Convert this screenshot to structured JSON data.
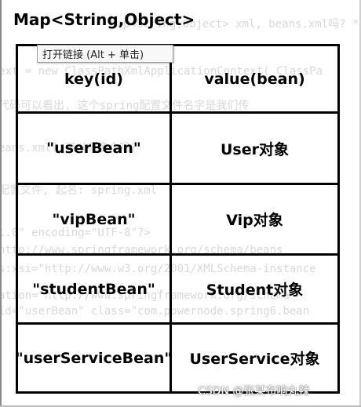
{
  "background_code": [
    "Map<String,Object>  xml, beans.xml吗? **",
    "ext = new ClassPathXmlApplicationContext( ClassPa",
    "代码可以看出, 这个spring配置文件名字是我们传",
    "eans.xml? 可以有多个吗? ",
    "配置文件, 起名: spring.xml",
    "l.0\" encoding=\"UTF-8\"?>",
    "http://www.springframework.org/schema/beans",
    "s:xsi=\"http://www.w3.org/2001/XMLSchema-instance",
    "ation=\"http://www.springframework.org/schema",
    "id=\"userBean\" class=\"com.powernode.spring6.bean"
  ],
  "heading": "Map<String,Object>",
  "tooltip": "打开链接 (Alt + 单击)",
  "table": {
    "rows": [
      {
        "key": "key(id)",
        "value": "value(bean)"
      },
      {
        "key": "\"userBean\"",
        "value": "User对象"
      },
      {
        "key": "\"vipBean\"",
        "value": "Vip对象"
      },
      {
        "key": "\"studentBean\"",
        "value": "Student对象"
      },
      {
        "key": "\"userServiceBean\"",
        "value": "UserService对象"
      }
    ]
  },
  "watermark": "CSDN @张某布响丸辣",
  "colors": {
    "border": "#000000",
    "background": "#ffffff",
    "code_text": "#d9d9d9"
  }
}
